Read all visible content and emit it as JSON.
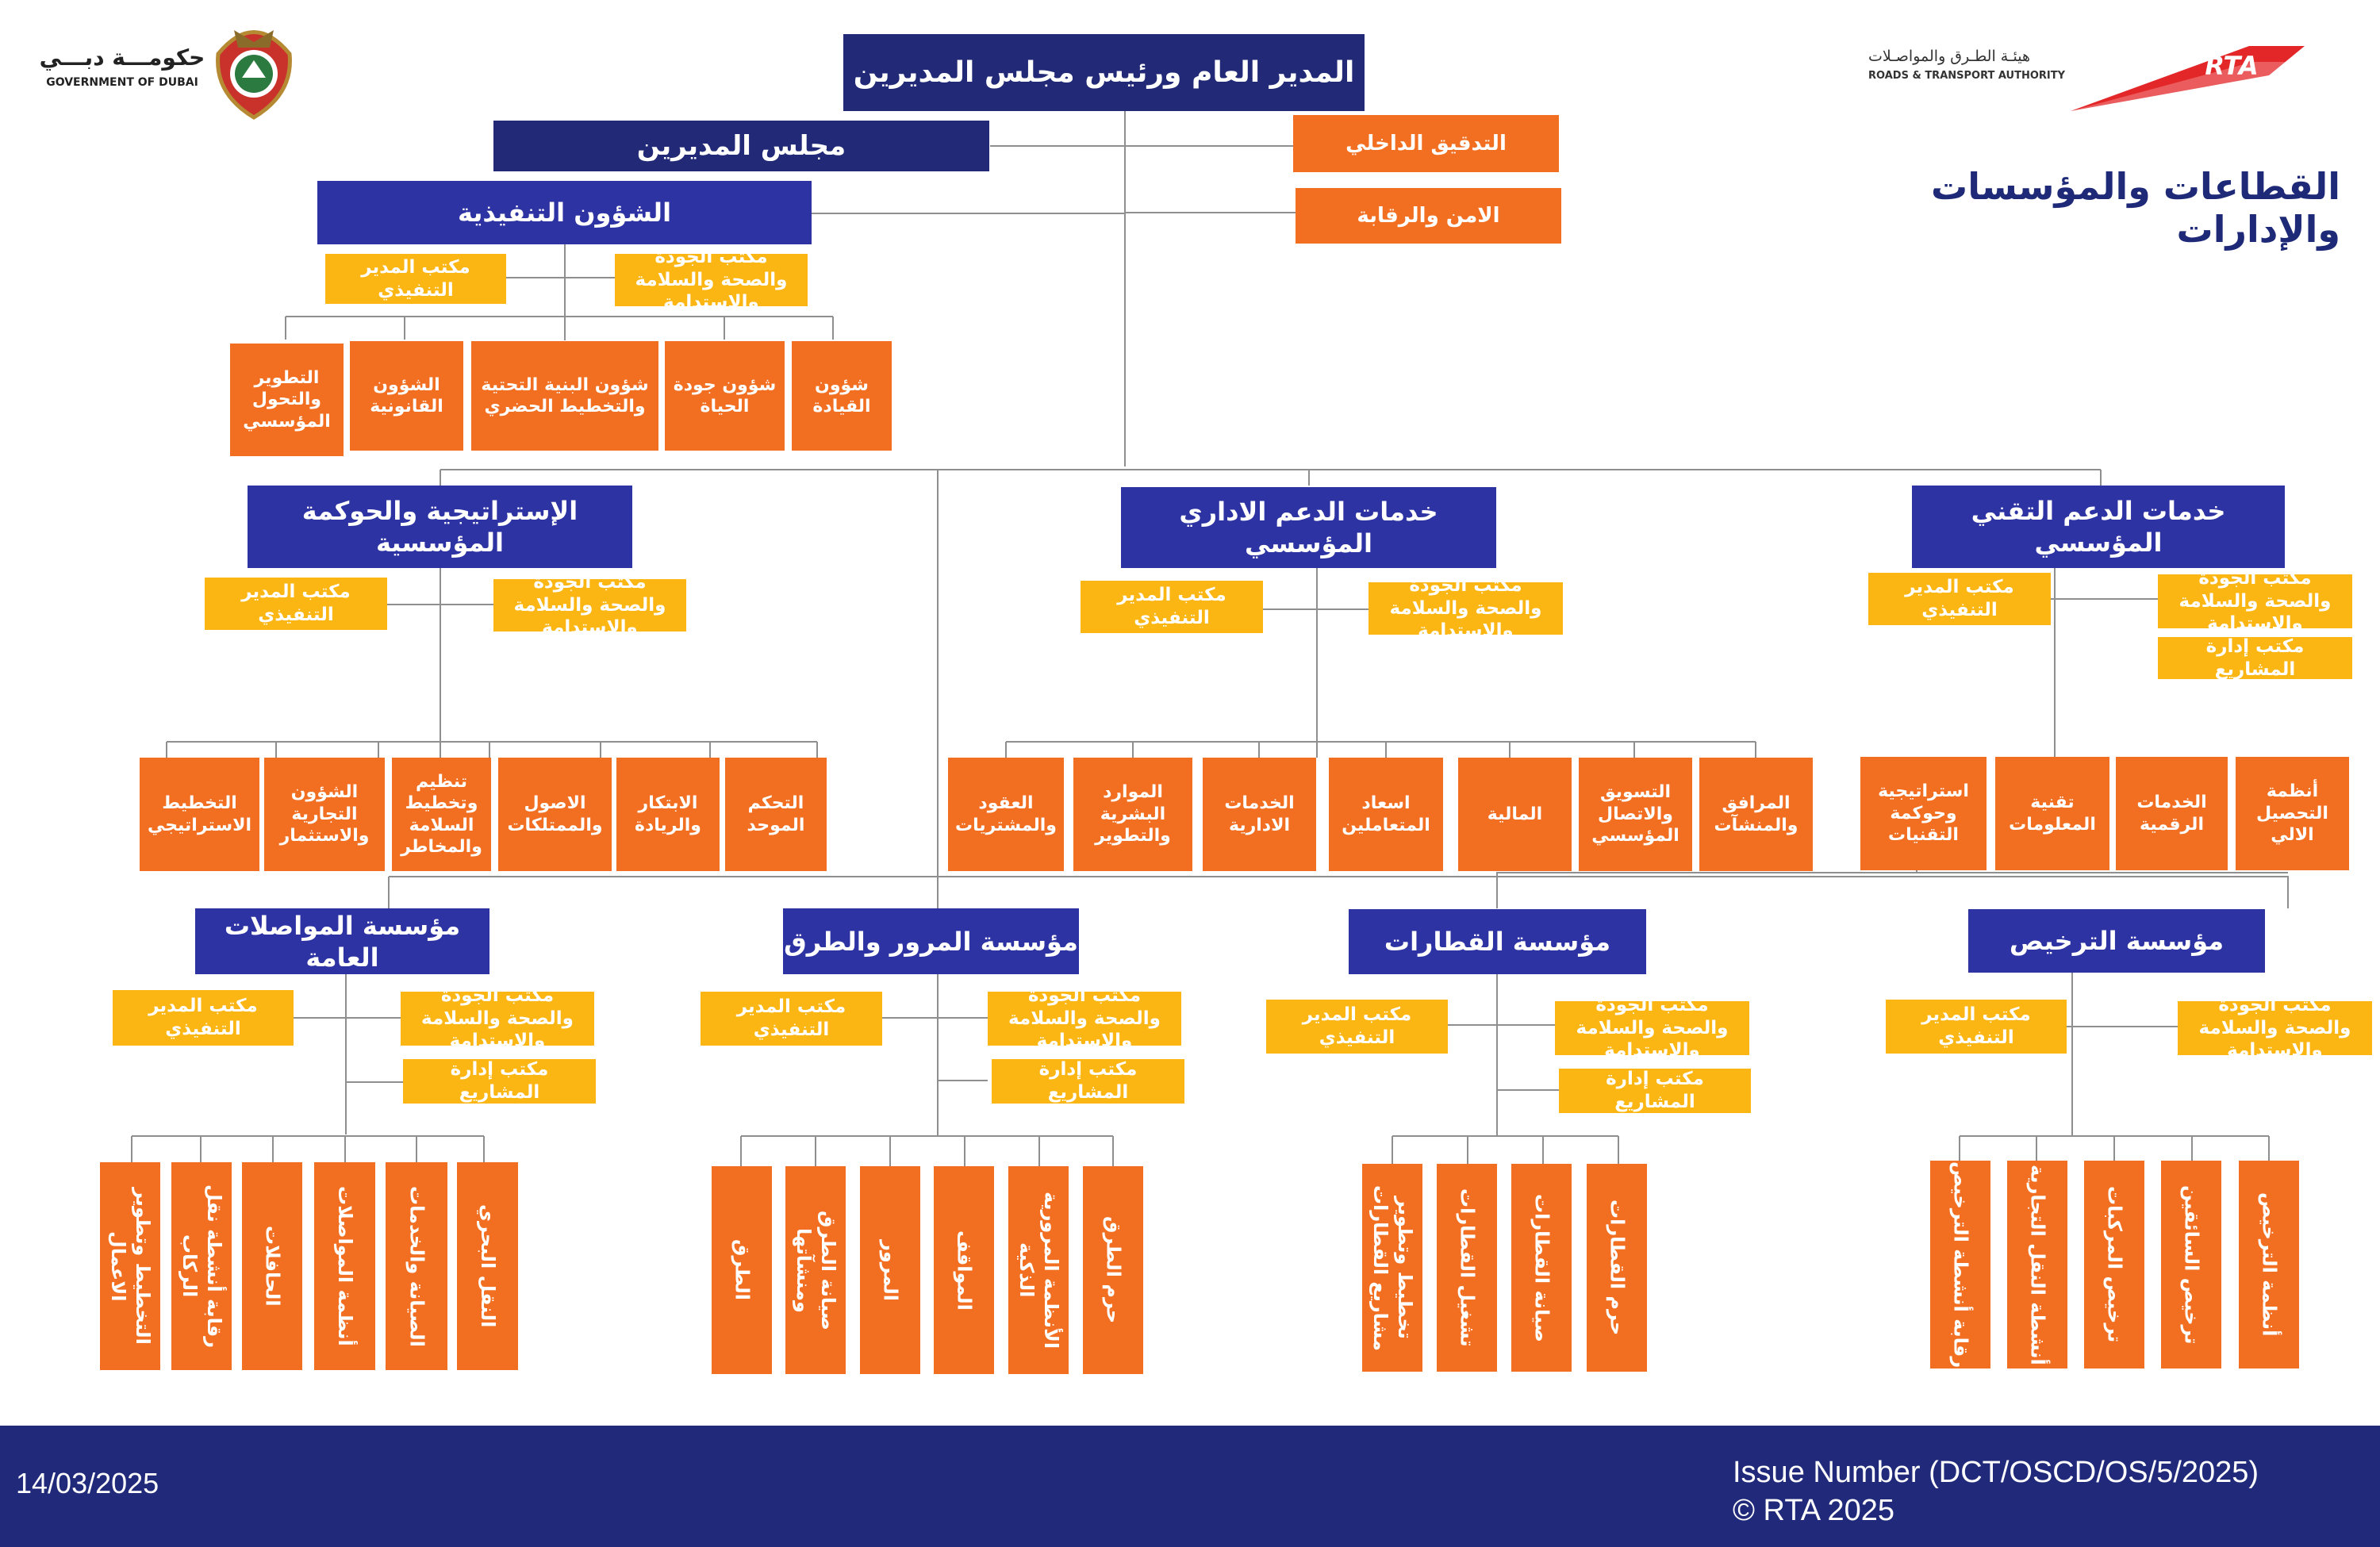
{
  "page": {
    "title": "القطاعات والمؤسسات والإدارات",
    "date": "14/03/2025",
    "issue": "Issue Number (DCT/OSCD/OS/5/2025)",
    "copyright": "© RTA 2025"
  },
  "logos": {
    "dubai_ar": "حكومـــة دبـــي",
    "dubai_en": "GOVERNMENT OF DUBAI",
    "rta_ar": "هيئـة الطـرق والمواصـلات",
    "rta_en": "ROADS & TRANSPORT AUTHORITY",
    "rta_mark": "RTA"
  },
  "colors": {
    "navy": "#222a78",
    "indigo": "#2e33a3",
    "orange": "#f26f21",
    "yellow": "#fbb614",
    "footer": "#212a7a"
  },
  "top": {
    "director_general": "المدير العام ورئيس مجلس المديرين",
    "board": "مجلس المديرين",
    "internal_audit": "التدقيق الداخلي",
    "security": "الامن والرقابة"
  },
  "executive": {
    "title": "الشؤون التنفيذية",
    "office_left": "مكتب المدير التنفيذي",
    "office_right": "مكتب الجودة والصحة والسلامة والاستدامة",
    "units": [
      "التطوير والتحول المؤسسي",
      "الشؤون القانونية",
      "شؤون البنية التحتية والتخطيط الحضري",
      "شؤون جودة الحياة",
      "شؤون القيادة"
    ]
  },
  "sectors": [
    {
      "title": "الإستراتيجية والحوكمة المؤسسية",
      "office_left": "مكتب المدير التنفيذي",
      "office_right": "مكتب الجودة والصحة والسلامة والاستدامة",
      "units": [
        "التخطيط الاستراتيجي",
        "الشؤون التجارية والاستثمار",
        "تنظيم وتخطيط السلامة والمخاطر",
        "الاصول والممتلكات",
        "الابتكار والريادة",
        "التحكم الموحد"
      ]
    },
    {
      "title": "خدمات الدعم الاداري المؤسسي",
      "office_left": "مكتب المدير التنفيذي",
      "office_right": "مكتب الجودة والصحة والسلامة والاستدامة",
      "units": [
        "العقود والمشتريات",
        "الموارد البشرية والتطوير",
        "الخدمات الادارية",
        "اسعاد المتعاملين",
        "المالية",
        "التسويق والاتصال المؤسسي",
        "المرافق والمنشآت"
      ]
    },
    {
      "title": "خدمات الدعم التقني المؤسسي",
      "office_left": "مكتب المدير التنفيذي",
      "office_right": "مكتب الجودة والصحة والسلامة والاستدامة",
      "office_projects": "مكتب إدارة المشاريع",
      "units": [
        "استراتيجية وحوكمة التقنيات",
        "تقنية المعلومات",
        "الخدمات الرقمية",
        "أنظمة التحصيل الالي"
      ]
    }
  ],
  "agencies": [
    {
      "title": "مؤسسة المواصلات العامة",
      "office_left": "مكتب المدير التنفيذي",
      "office_right": "مكتب الجودة والصحة والسلامة والاستدامة",
      "office_projects": "مكتب إدارة المشاريع",
      "units": [
        "التخطيط وتطوير الاعمال",
        "رقابة أنشطة نقل الركاب",
        "الحافلات",
        "أنظمة المواصلات",
        "الصيانة والخدمات",
        "النقل البحري"
      ]
    },
    {
      "title": "مؤسسة المرور والطرق",
      "office_left": "مكتب المدير التنفيذي",
      "office_right": "مكتب الجودة والصحة والسلامة والاستدامة",
      "office_projects": "مكتب إدارة المشاريع",
      "units": [
        "الطرق",
        "صيانة الطرق ومنشآتها",
        "المرور",
        "المواقف",
        "الأنظمة المرورية الذكية",
        "حرم الطرق"
      ]
    },
    {
      "title": "مؤسسة القطارات",
      "office_left": "مكتب المدير التنفيذي",
      "office_right": "مكتب الجودة والصحة والسلامة والاستدامة",
      "office_projects": "مكتب إدارة المشاريع",
      "units": [
        "تخطيط وتطوير مشاريع القطارات",
        "تشغيل القطارات",
        "صيانة القطارات",
        "حرم القطارات"
      ]
    },
    {
      "title": "مؤسسة الترخيص",
      "office_left": "مكتب المدير التنفيذي",
      "office_right": "مكتب الجودة والصحة والسلامة والاستدامة",
      "units": [
        "رقابة أنشطة الترخيص",
        "أنشطة النقل التجارية",
        "ترخيص المركبات",
        "ترخيص السائقين",
        "أنظمة الترخيص"
      ]
    }
  ]
}
